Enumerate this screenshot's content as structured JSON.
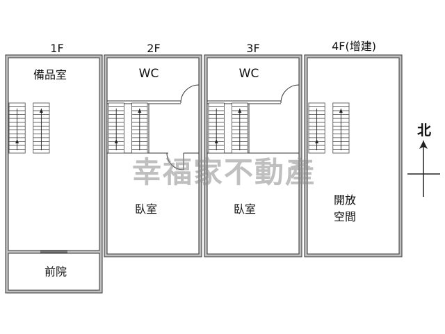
{
  "floors": [
    {
      "level": "1F",
      "rooms": [
        "備品室",
        "前院"
      ]
    },
    {
      "level": "2F",
      "rooms": [
        "WC",
        "臥室"
      ]
    },
    {
      "level": "3F",
      "rooms": [
        "WC",
        "臥室"
      ]
    },
    {
      "level": "4F(增建)",
      "rooms": [
        "開放",
        "空間"
      ]
    }
  ],
  "compass": {
    "label": "北"
  },
  "watermark": "幸福家不動產"
}
